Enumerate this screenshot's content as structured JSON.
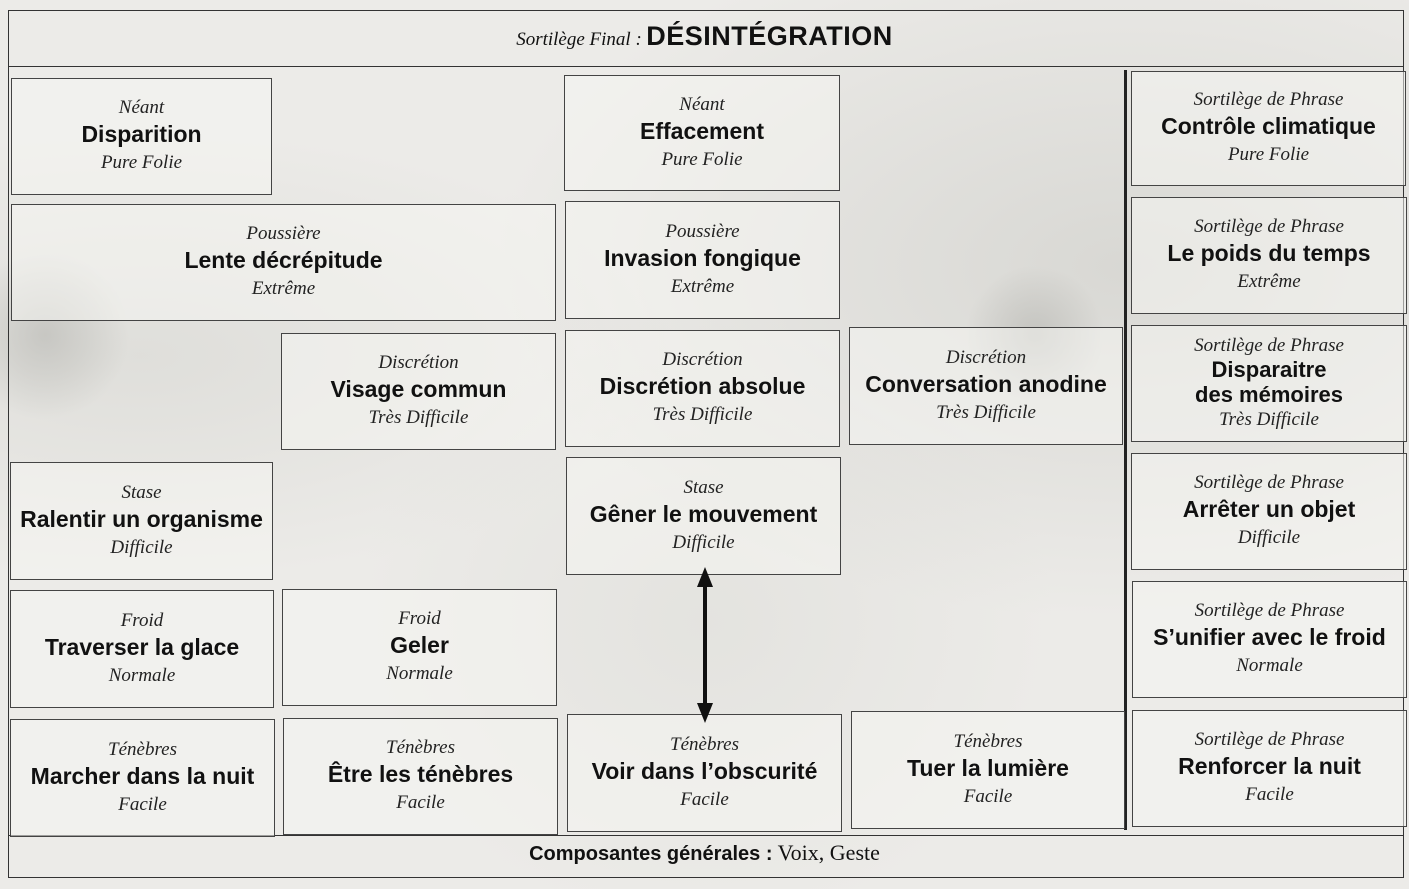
{
  "header": {
    "prefix": "Sortilège Final :",
    "title": "DÉSINTÉGRATION"
  },
  "footer": {
    "label": "Composantes générales :",
    "value": "Voix, Geste"
  },
  "nodes": {
    "n1": {
      "cat": "Néant",
      "name": "Disparition",
      "diff": "Pure Folie"
    },
    "n2": {
      "cat": "Néant",
      "name": "Effacement",
      "diff": "Pure Folie"
    },
    "n3": {
      "cat": "Poussière",
      "name": "Lente décrépitude",
      "diff": "Extrême"
    },
    "n4": {
      "cat": "Poussière",
      "name": "Invasion fongique",
      "diff": "Extrême"
    },
    "n5": {
      "cat": "Discrétion",
      "name": "Visage commun",
      "diff": "Très Difficile"
    },
    "n6": {
      "cat": "Discrétion",
      "name": "Discrétion absolue",
      "diff": "Très Difficile"
    },
    "n7": {
      "cat": "Discrétion",
      "name": "Conversation anodine",
      "diff": "Très Difficile"
    },
    "n8": {
      "cat": "Stase",
      "name": "Ralentir un organisme",
      "diff": "Difficile"
    },
    "n9": {
      "cat": "Stase",
      "name": "Gêner le mouvement",
      "diff": "Difficile"
    },
    "n10": {
      "cat": "Froid",
      "name": "Traverser la glace",
      "diff": "Normale"
    },
    "n11": {
      "cat": "Froid",
      "name": "Geler",
      "diff": "Normale"
    },
    "n12": {
      "cat": "Ténèbres",
      "name": "Marcher dans la nuit",
      "diff": "Facile"
    },
    "n13": {
      "cat": "Ténèbres",
      "name": "Être les ténèbres",
      "diff": "Facile"
    },
    "n14": {
      "cat": "Ténèbres",
      "name": "Voir dans l’obscurité",
      "diff": "Facile"
    },
    "n15": {
      "cat": "Ténèbres",
      "name": "Tuer la lumière",
      "diff": "Facile"
    }
  },
  "phrases": [
    {
      "cat": "Sortilège de Phrase",
      "name": "Contrôle climatique",
      "diff": "Pure Folie"
    },
    {
      "cat": "Sortilège de Phrase",
      "name": "Le poids du temps",
      "diff": "Extrême"
    },
    {
      "cat": "Sortilège de Phrase",
      "name_line1": "Disparaitre",
      "name_line2": "des mémoires",
      "diff": "Très Difficile"
    },
    {
      "cat": "Sortilège de Phrase",
      "name": "Arrêter un objet",
      "diff": "Difficile"
    },
    {
      "cat": "Sortilège de Phrase",
      "name": "S’unifier avec le froid",
      "diff": "Normale"
    },
    {
      "cat": "Sortilège de Phrase",
      "name": "Renforcer la nuit",
      "diff": "Facile"
    }
  ]
}
